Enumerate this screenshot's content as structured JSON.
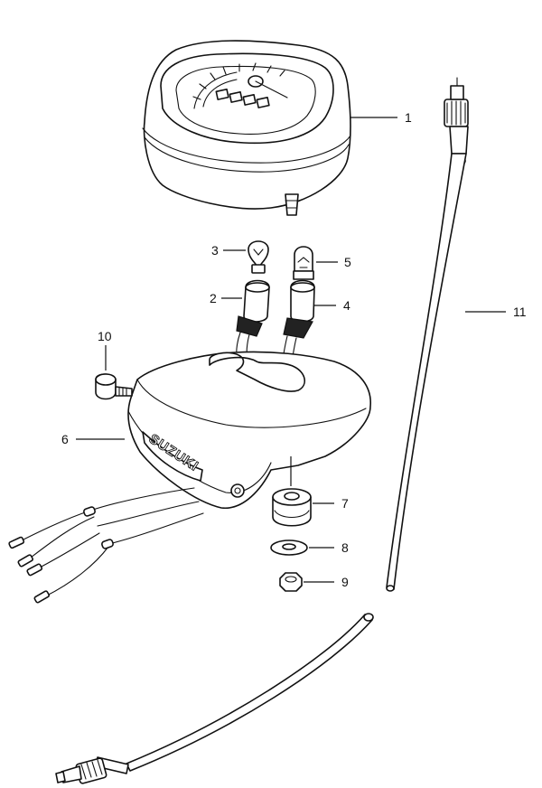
{
  "callouts": {
    "c1": "1",
    "c2": "2",
    "c3": "3",
    "c4": "4",
    "c5": "5",
    "c6": "6",
    "c7": "7",
    "c8": "8",
    "c9": "9",
    "c10": "10",
    "c11": "11"
  },
  "brand_text": "SUZUKI"
}
